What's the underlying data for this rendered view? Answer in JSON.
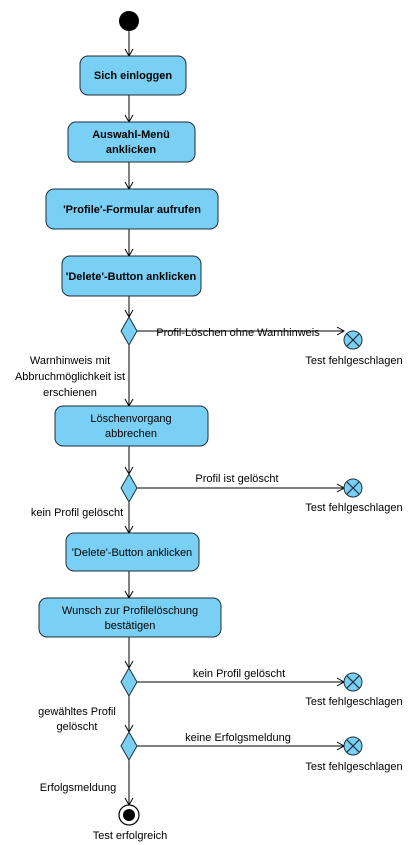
{
  "diagram": {
    "actions": [
      {
        "id": "login",
        "lines": [
          "Sich einloggen"
        ],
        "bold": true
      },
      {
        "id": "menu",
        "lines": [
          "Auswahl-Menü",
          "anklicken"
        ],
        "bold": true
      },
      {
        "id": "profile",
        "lines": [
          "'Profile'-Formular aufrufen"
        ],
        "bold": true
      },
      {
        "id": "delete1",
        "lines": [
          "'Delete'-Button anklicken"
        ],
        "bold": true
      },
      {
        "id": "cancel",
        "lines": [
          "Löschenvorgang",
          "abbrechen"
        ],
        "bold": false
      },
      {
        "id": "delete2",
        "lines": [
          "'Delete'-Button anklicken"
        ],
        "bold": false
      },
      {
        "id": "confirm",
        "lines": [
          "Wunsch zur Profilelöschung",
          "bestätigen"
        ],
        "bold": false
      }
    ],
    "branch_labels": {
      "d1_right": "Profil-Löschen ohne Warnhinweis",
      "d1_down": [
        "Warnhinweis mit",
        "Abbruchmöglichkeit ist",
        "erschienen"
      ],
      "d2_right": "Profil ist gelöscht",
      "d2_down": "kein Profil gelöscht",
      "d3_right": "kein Profil gelöscht",
      "d3_down": [
        "gewähltes Profil",
        "gelöscht"
      ],
      "d4_right": "keine Erfolgsmeldung",
      "d4_down": "Erfolgsmeldung"
    },
    "fail_label": "Test fehlgeschlagen",
    "success_label": "Test erfolgreich"
  }
}
